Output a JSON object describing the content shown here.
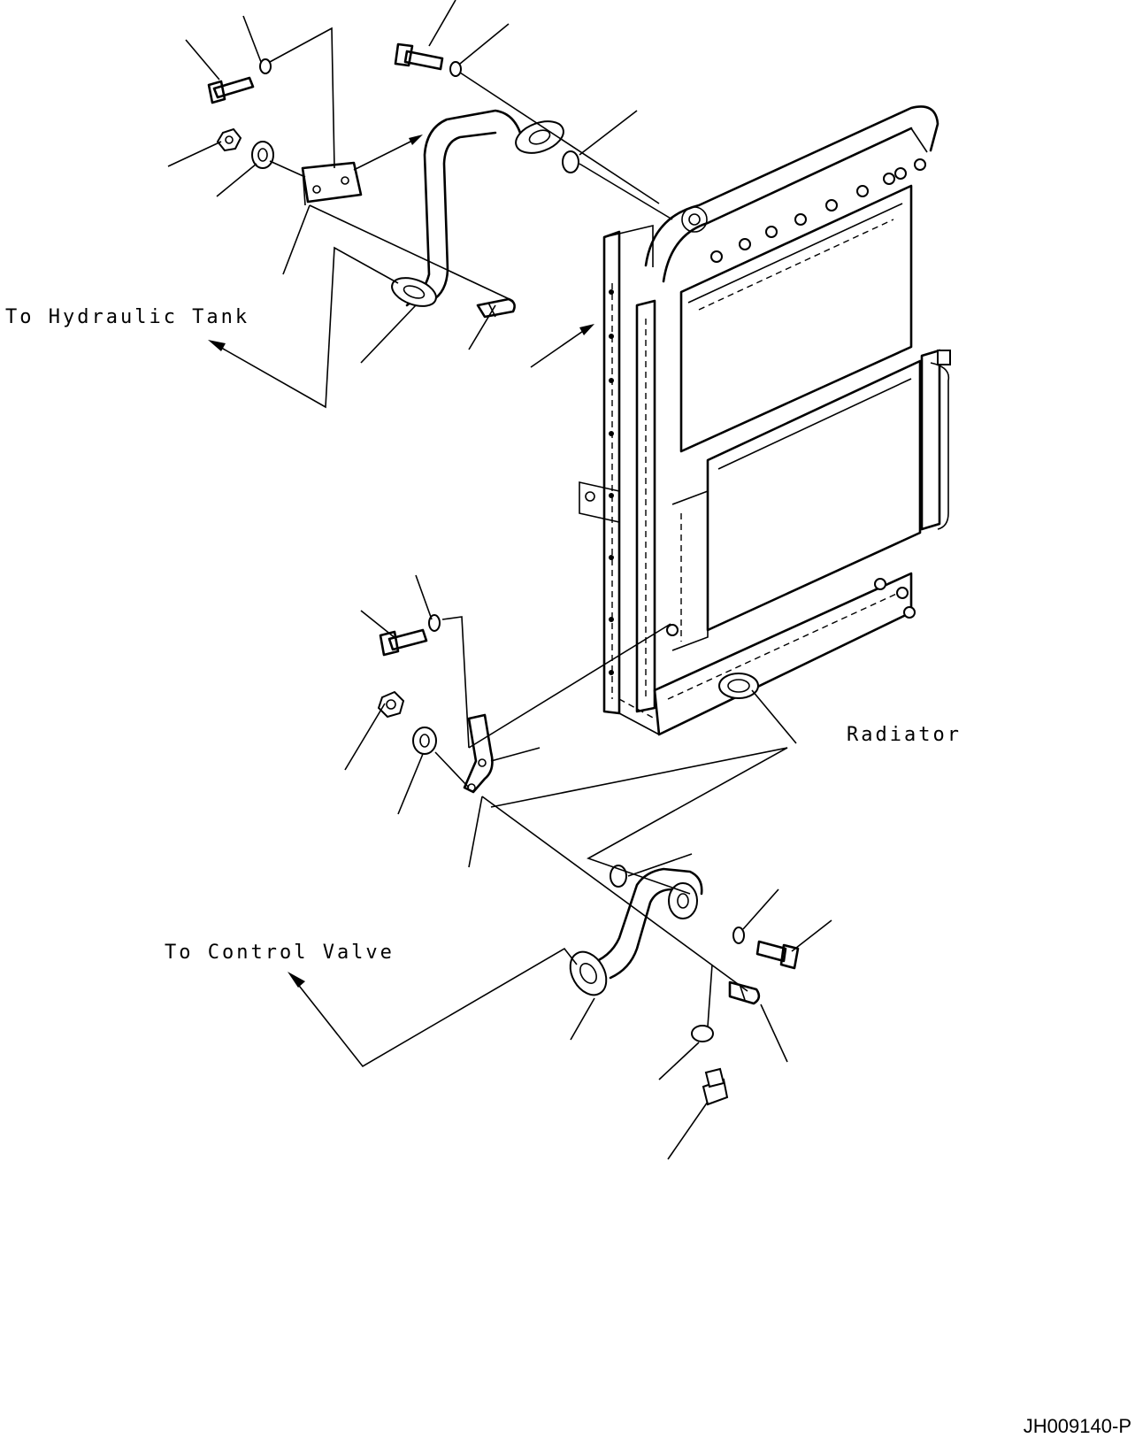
{
  "labels": {
    "hydraulic_tank": "To Hydraulic Tank",
    "control_valve": "To Control Valve",
    "radiator": "Radiator"
  },
  "figure_code": "JH009140-P"
}
